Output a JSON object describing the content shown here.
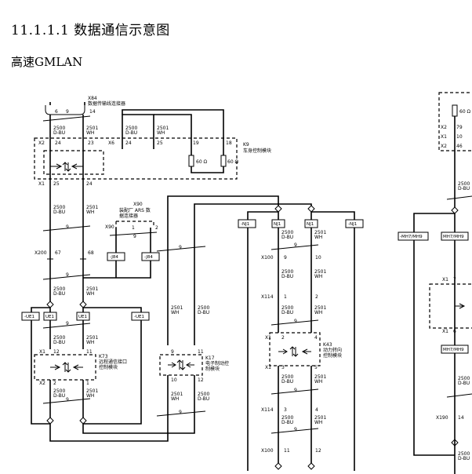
{
  "section_title": "11.1.1.1 数据通信示意图",
  "subtitle": "高速GMLAN",
  "components": {
    "x84": "X84",
    "x84_name": "数据传输线连接器",
    "k9": "K9",
    "k9_name": "车身控制模块",
    "x90_code": "X90",
    "x90_label_a": "装配厂 ARS 数",
    "x90_label_b": "据连接器",
    "k73": "K73",
    "k73_name_a": "远程通信接口",
    "k73_name_b": "控制模块",
    "k17": "K17",
    "k17_name_a": "电子制动控",
    "k17_name_b": "制模块",
    "k43": "K43",
    "k43_name_a": "动力转向",
    "k43_name_b": "控制模块"
  },
  "wire": {
    "c2500": "2500",
    "c2501": "2501",
    "dbu": "D-BU",
    "wh": "WH"
  },
  "connectors": {
    "x1": "X1",
    "x2": "X2",
    "x6": "X6",
    "x90": "X90",
    "x100": "X100",
    "x114": "X114",
    "x190": "X190",
    "x200": "X200"
  },
  "pins": {
    "p1": "1",
    "p2": "2",
    "p3": "3",
    "p4": "4",
    "p5": "5",
    "p6": "6",
    "p7": "7",
    "p9": "9",
    "p10": "10",
    "p11": "11",
    "p12": "12",
    "p14": "14",
    "p18": "18",
    "p19": "19",
    "p23": "23",
    "p24": "24",
    "p25": "25",
    "p46": "46",
    "p67": "67",
    "p68": "68",
    "p79": "79"
  },
  "splices": {
    "ue1": "UE1",
    "ue1n": "-UE1",
    "nj1": "NJ1",
    "nj1n": "-NJ1",
    "j84": "-J84",
    "mh7": "MH7/MH9",
    "mh7n": "-MH7/MH9"
  },
  "resistor": "60 Ω"
}
